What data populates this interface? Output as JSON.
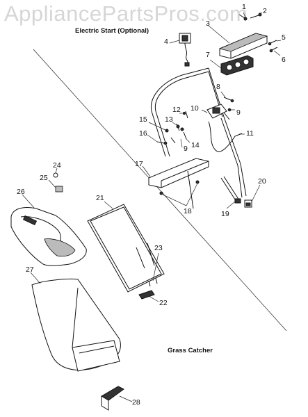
{
  "watermark": "AppliancePartsPros.com",
  "captions": {
    "electric_start": "Electric Start (Optional)",
    "grass_catcher": "Grass Catcher"
  },
  "callouts": {
    "n1": "1",
    "n2": "2",
    "n3": "3",
    "n4": "4",
    "n5": "5",
    "n6": "6",
    "n7": "7",
    "n8": "8",
    "n9a": "9",
    "n9b": "9",
    "n10": "10",
    "n11": "11",
    "n12": "12",
    "n13": "13",
    "n14": "14",
    "n15": "15",
    "n16": "16",
    "n17": "17",
    "n18": "18",
    "n19": "19",
    "n20": "20",
    "n21": "21",
    "n22": "22",
    "n23": "23",
    "n24": "24",
    "n25": "25",
    "n26": "26",
    "n27": "27",
    "n28": "28"
  }
}
